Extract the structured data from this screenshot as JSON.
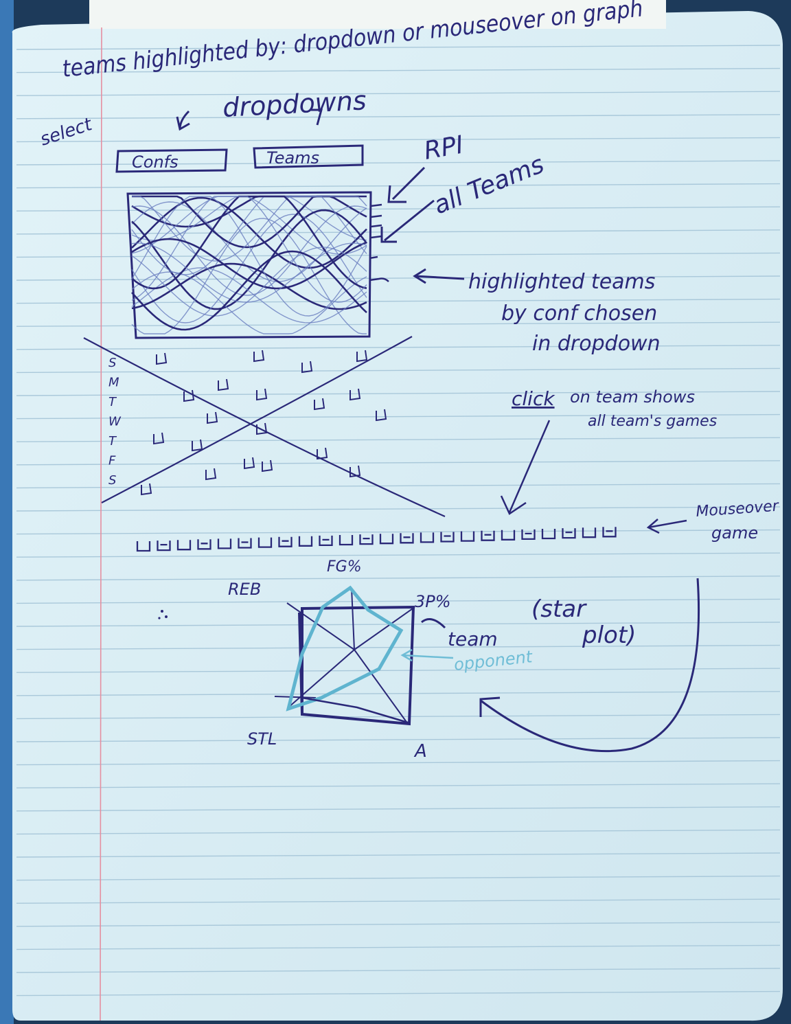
{
  "header": {
    "line1": "teams highlighted by: dropdown or mouseover on graph",
    "select": "select",
    "dropdowns_note": "dropdowns"
  },
  "dropdowns": {
    "confs": "Confs",
    "teams": "Teams"
  },
  "annotations": {
    "rpi": "RPI",
    "all_teams": "all Teams",
    "highlighted_1": "highlighted teams",
    "highlighted_2": "by conf chosen",
    "highlighted_3": "in dropdown",
    "click": "click",
    "click_rest": "on team shows",
    "click_rest2": "all team's games",
    "mouseover": "Mouseover",
    "mouseover_2": "game",
    "team": "team",
    "opponent": "opponent",
    "star_plot_1": "(star",
    "star_plot_2": "plot)"
  },
  "calendar": {
    "days": [
      "S",
      "M",
      "T",
      "W",
      "T",
      "F",
      "S"
    ]
  },
  "star_plot": {
    "axes": [
      "FG%",
      "3P%",
      "A",
      "STL",
      "REB"
    ]
  },
  "colors": {
    "paper": "#dbeff6",
    "ruled_line": "#a9c8da",
    "margin_line": "#e58fa0",
    "ink": "#2a2878",
    "ink_light": "#6b7fc0",
    "teal": "#5fb4cf"
  }
}
